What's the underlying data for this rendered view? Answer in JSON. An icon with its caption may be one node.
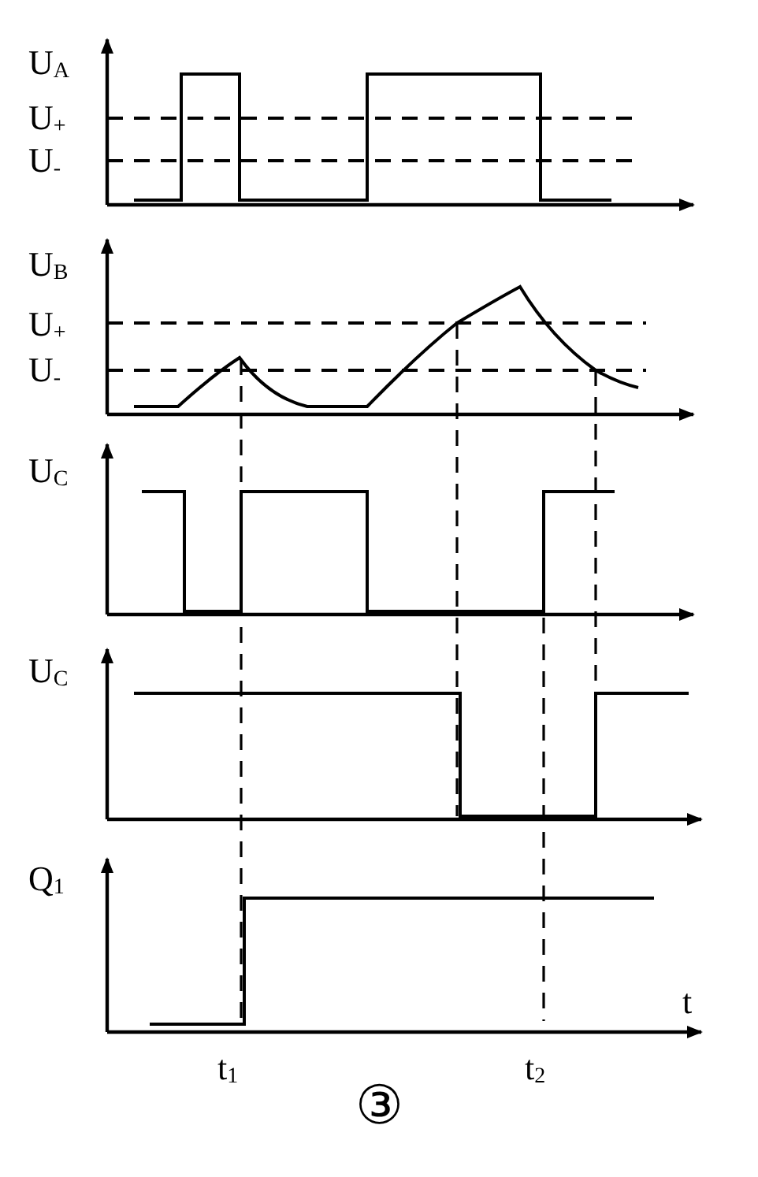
{
  "diagram": {
    "caption": "③",
    "labels": [
      "U$_{A}$",
      "U$_{+}$",
      "U$_{-}$",
      "U$_{B}$",
      "U$_{+}$",
      "U$_{-}$",
      "U$_{C}$",
      "U$_{C}$",
      "Q$_{1}$",
      "t",
      "t$_{1}$",
      "t$_{2}$"
    ]
  }
}
